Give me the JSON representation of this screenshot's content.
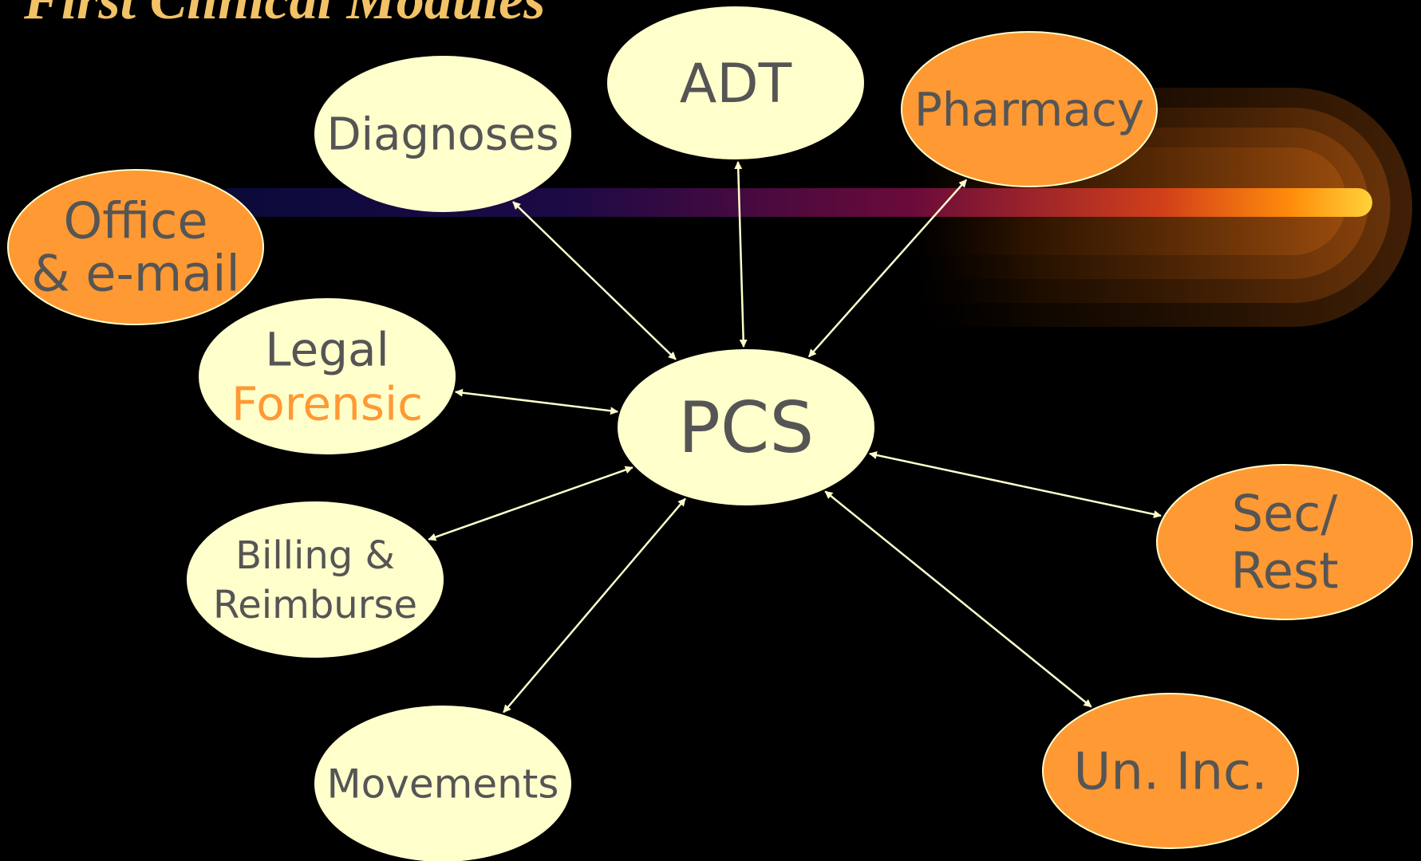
{
  "slide": {
    "title": "First Clinical Modules"
  },
  "diagram": {
    "hub": {
      "id": "pcs",
      "label": "PCS"
    },
    "nodes": [
      {
        "id": "adt",
        "lines": [
          "ADT"
        ],
        "style": "cream"
      },
      {
        "id": "diagnoses",
        "lines": [
          "Diagnoses"
        ],
        "style": "cream"
      },
      {
        "id": "pharmacy",
        "lines": [
          "Pharmacy"
        ],
        "style": "orange"
      },
      {
        "id": "office",
        "lines": [
          "Office",
          "& e-mail"
        ],
        "style": "orange"
      },
      {
        "id": "legal",
        "lines": [
          "Legal",
          "Forensic"
        ],
        "style": "cream",
        "highlight_line": 1
      },
      {
        "id": "billing",
        "lines": [
          "Billing &",
          "Reimburse"
        ],
        "style": "cream"
      },
      {
        "id": "movements",
        "lines": [
          "Movements"
        ],
        "style": "cream"
      },
      {
        "id": "sec",
        "lines": [
          "Sec/",
          "Rest"
        ],
        "style": "orange"
      },
      {
        "id": "unique",
        "lines": [
          "Un. Inc."
        ],
        "style": "orange"
      }
    ],
    "connections": [
      {
        "from": "pcs",
        "to": "adt",
        "bidirectional": true
      },
      {
        "from": "pcs",
        "to": "diagnoses",
        "bidirectional": true
      },
      {
        "from": "pcs",
        "to": "pharmacy",
        "bidirectional": true
      },
      {
        "from": "pcs",
        "to": "legal",
        "bidirectional": true
      },
      {
        "from": "pcs",
        "to": "billing",
        "bidirectional": true
      },
      {
        "from": "pcs",
        "to": "movements",
        "bidirectional": true
      },
      {
        "from": "pcs",
        "to": "sec",
        "bidirectional": true
      },
      {
        "from": "pcs",
        "to": "unique",
        "bidirectional": true
      }
    ]
  },
  "colors": {
    "background": "#000000",
    "title": "#f2c267",
    "cream_fill": "#ffffcc",
    "orange_fill": "#ff9933",
    "node_text": "#555555",
    "highlight_text": "#ff9933",
    "ellipse_stroke": "#ffffcc",
    "connector": "#ffffcc"
  }
}
